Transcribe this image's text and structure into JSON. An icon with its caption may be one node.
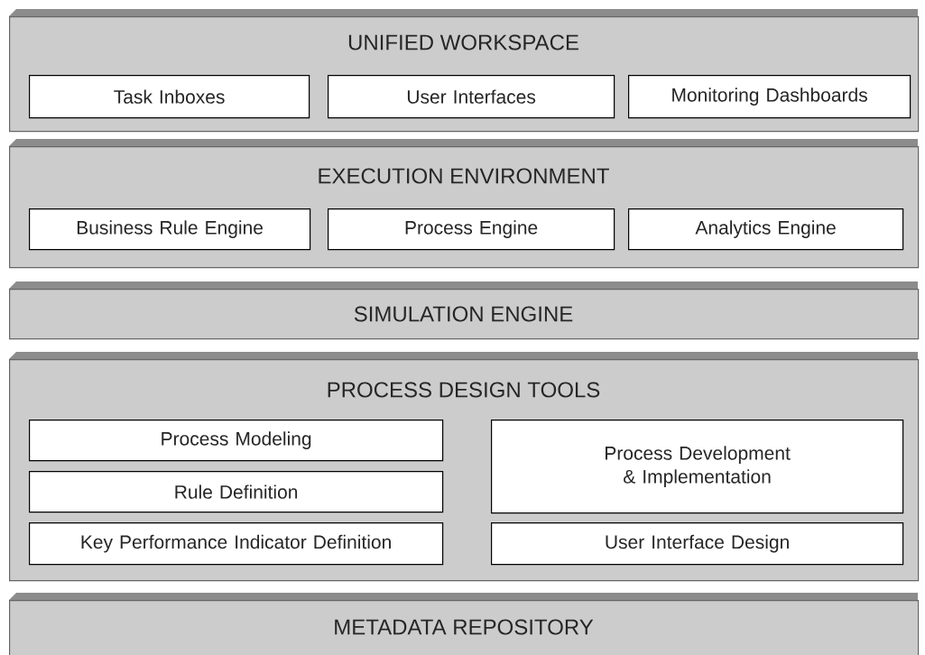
{
  "diagram": {
    "nodes": [
      {
        "text": [
          "UNIFIED WORKSPACE"
        ]
      },
      {
        "text": [
          "Task Inboxes"
        ],
        "in": 0
      },
      {
        "text": [
          "User Interfaces"
        ],
        "in": 0
      },
      {
        "text": [
          "Monitoring Dashboards"
        ],
        "in": 0
      },
      {
        "text": [
          "EXECUTION ENVIRONMENT"
        ]
      },
      {
        "text": [
          "Business Rule Engine"
        ],
        "in": 4
      },
      {
        "text": [
          "Process Engine"
        ],
        "in": 4
      },
      {
        "text": [
          "Analytics Engine"
        ],
        "in": 4
      },
      {
        "text": [
          "SIMULATION ENGINE"
        ]
      },
      {
        "text": [
          "PROCESS DESIGN TOOLS"
        ]
      },
      {
        "text": [
          "Process Modeling"
        ],
        "in": 9
      },
      {
        "text": [
          "Rule Definition"
        ],
        "in": 9
      },
      {
        "text": [
          "Key Performance Indicator Definition"
        ],
        "in": 9
      },
      {
        "text": [
          "Process Development & Implementation"
        ],
        "in": 9
      },
      {
        "text": [
          "User Interface Design"
        ],
        "in": 9
      },
      {
        "text": [
          "METADATA REPOSITORY"
        ]
      }
    ]
  }
}
